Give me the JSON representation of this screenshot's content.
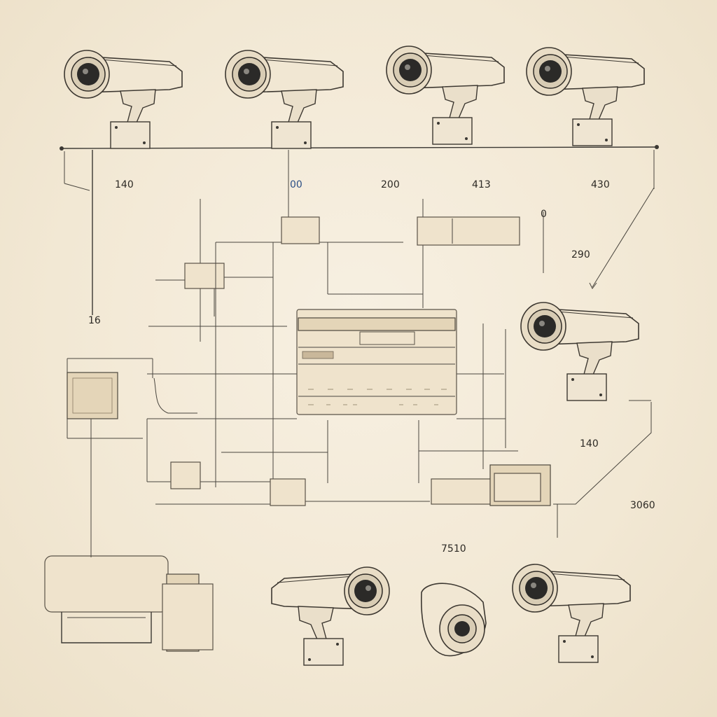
{
  "labels": {
    "l_140_top": "140",
    "l_00": "00",
    "l_200": "200",
    "l_413": "413",
    "l_430": "430",
    "l_290": "290",
    "l_140_mid": "140",
    "l_3060": "3060",
    "l_7510": "7510",
    "l_16": "16",
    "l_0": "0"
  }
}
